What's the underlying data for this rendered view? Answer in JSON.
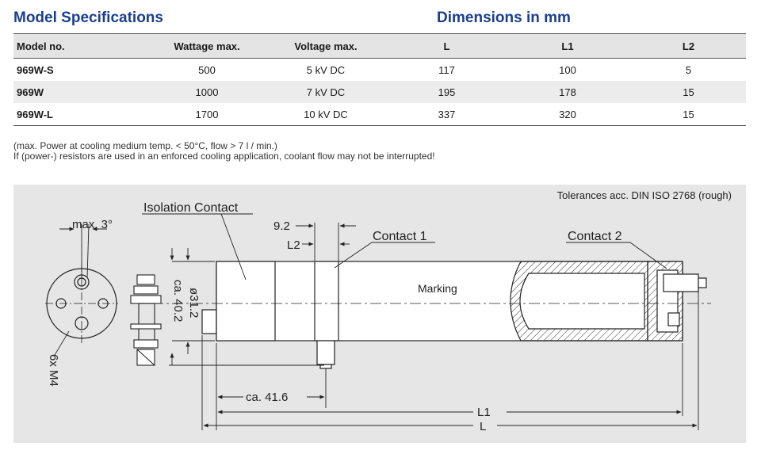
{
  "headings": {
    "model_specifications": "Model Specifications",
    "dimensions": "Dimensions in mm"
  },
  "table": {
    "headers": [
      "Model no.",
      "Wattage max.",
      "Voltage max.",
      "L",
      "L1",
      "L2"
    ],
    "rows": [
      [
        "969W-S",
        "500",
        "5 kV DC",
        "117",
        "100",
        "5"
      ],
      [
        "969W",
        "1000",
        "7 kV DC",
        "195",
        "178",
        "15"
      ],
      [
        "969W-L",
        "1700",
        "10 kV DC",
        "337",
        "320",
        "15"
      ]
    ]
  },
  "notes": {
    "line1": "(max. Power at cooling medium temp. < 50°C, flow > 7 l / min.)",
    "line2": "If (power-) resistors are used in an enforced cooling application, coolant flow may not be interrupted!"
  },
  "drawing": {
    "tolerances": "Tolerances acc. DIN ISO 2768 (rough)",
    "labels": {
      "isolation_contact": "Isolation Contact",
      "contact1": "Contact 1",
      "contact2": "Contact 2",
      "marking": "Marking",
      "max3": "max. 3°",
      "dim_92": "9.2",
      "dim_l2": "L2",
      "dim_diameter": "ø31.2",
      "dim_ca40": "ca. 40.2",
      "dim_ca416": "ca. 41.6",
      "dim_l1": "L1",
      "dim_l": "L",
      "thread": "6x M4"
    }
  },
  "colors": {
    "heading": "#1b3f8f",
    "table_header_bg": "#e4e4e4",
    "row_shade_bg": "#ececec",
    "drawing_bg": "#e6e6e6"
  }
}
